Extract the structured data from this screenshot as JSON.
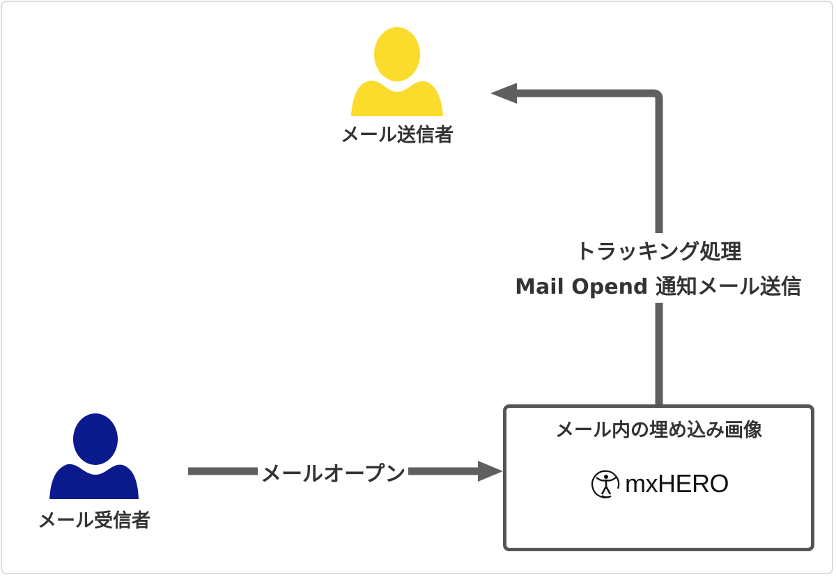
{
  "diagram": {
    "sender": {
      "label": "メール送信者",
      "color": "#fbdc2c"
    },
    "receiver": {
      "label": "メール受信者",
      "color": "#0a1a8c"
    },
    "open_arrow": {
      "label": "メールオープン"
    },
    "tracking_arrow": {
      "line1": "トラッキング処理",
      "line2": "Mail Opend 通知メール送信"
    },
    "image_box": {
      "title": "メール内の埋め込み画像",
      "logo_text": "mxHERO"
    },
    "arrow_color": "#5f5f5f"
  }
}
